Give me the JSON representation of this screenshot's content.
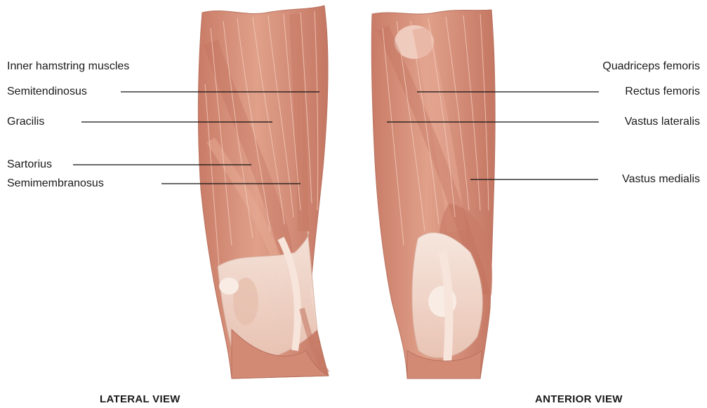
{
  "figure": {
    "left_view": {
      "title": "LATERAL VIEW",
      "group_label": "Inner hamstring muscles",
      "labels": [
        "Semitendinosus",
        "Gracilis",
        "Sartorius",
        "Semimembranosus"
      ]
    },
    "right_view": {
      "title": "ANTERIOR VIEW",
      "group_label": "Quadriceps femoris",
      "labels": [
        "Rectus femoris",
        "Vastus lateralis",
        "Vastus medialis"
      ]
    },
    "colors": {
      "muscle": "#d9917c",
      "muscle_dark": "#c47763",
      "muscle_light": "#ecb6a3",
      "tendon": "#f3ddd2",
      "fiber": "#f7d4c6",
      "leader_line": "#111111"
    }
  }
}
